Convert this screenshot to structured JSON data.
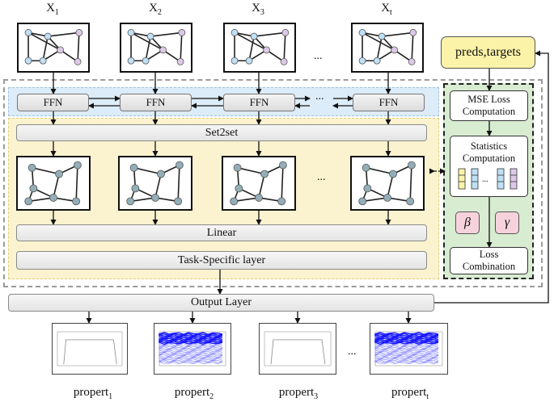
{
  "inputs": [
    {
      "base": "X",
      "sub": "1"
    },
    {
      "base": "X",
      "sub": "2"
    },
    {
      "base": "X",
      "sub": "3"
    },
    {
      "base": "X",
      "sub": "t"
    }
  ],
  "ellipsis": "...",
  "ffn_label": "FFN",
  "set2set_label": "Set2set",
  "linear_label": "Linear",
  "task_layer_label": "Task-Specific  layer",
  "output_layer_label": "Output Layer",
  "preds_targets_label": "preds,targets",
  "mse_label": "MSE Loss Computation",
  "stats_label": "Statistics Computation",
  "beta_symbol": "β",
  "gamma_symbol": "γ",
  "loss_comb_label": "Loss Combination",
  "outputs": [
    {
      "base": "propert",
      "sub": "1"
    },
    {
      "base": "propert",
      "sub": "2"
    },
    {
      "base": "propert",
      "sub": "3"
    },
    {
      "base": "propert",
      "sub": "t"
    }
  ],
  "colors": {
    "node_blue": "#bfe0f6",
    "node_purple": "#dcc8e8",
    "node_steel": "#93aeb8",
    "ffn_band": "#dcecf8",
    "model_area": "#fbf3cf",
    "loss_panel": "#d8ecd2",
    "coef_fill": "#f6d3dc",
    "preds_fill": "#fbf3a8",
    "plot_line": "#1a1aff"
  }
}
